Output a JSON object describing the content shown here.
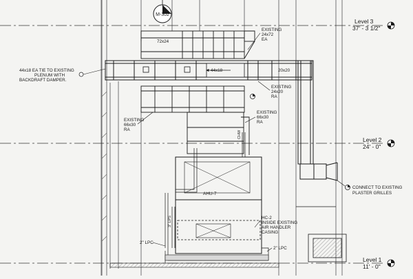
{
  "section_tag": "M-302",
  "levels": [
    {
      "name": "Level 3",
      "elevation": "37' - 3 1/2\""
    },
    {
      "name": "Level 2",
      "elevation": "24' - 0\""
    },
    {
      "name": "Level 1",
      "elevation": "11' - 0\""
    }
  ],
  "duct_sizes": {
    "d72x24": "72x24",
    "d44x18": "44x18",
    "d20x20": "20x20"
  },
  "notes": {
    "existing_24x72": [
      "EXISTING",
      "24x72",
      "EA"
    ],
    "ea_tie": [
      "44x18 EA TIE TO EXISTING",
      "PLENUM WITH",
      "BACKDRAFT DAMPER."
    ],
    "existing_24x20": [
      "EXISTING",
      "24x20",
      "RA"
    ],
    "existing_66x30_left": [
      "EXISTING",
      "66x30",
      "RA"
    ],
    "existing_66x30_right": [
      "EXISTING",
      "66x30",
      "RA"
    ],
    "connect_grilles": [
      "CONNECT TO EXISTING",
      "PLASTER GRILLES"
    ],
    "hc2": [
      "HC-2",
      "INSIDE EXISTING",
      "AIR HANDLER",
      "CASING"
    ]
  },
  "equipment": {
    "ahu": "AHU-7"
  },
  "pipes": {
    "lps": "3\" LPS",
    "lpc_left": "2\" LPC",
    "lpc_right": "2\" LPC",
    "chw": "CHW"
  },
  "colors": {
    "line": "#1a1a1a",
    "background": "#f4f4f2",
    "hatch": "#9a9a9a"
  }
}
